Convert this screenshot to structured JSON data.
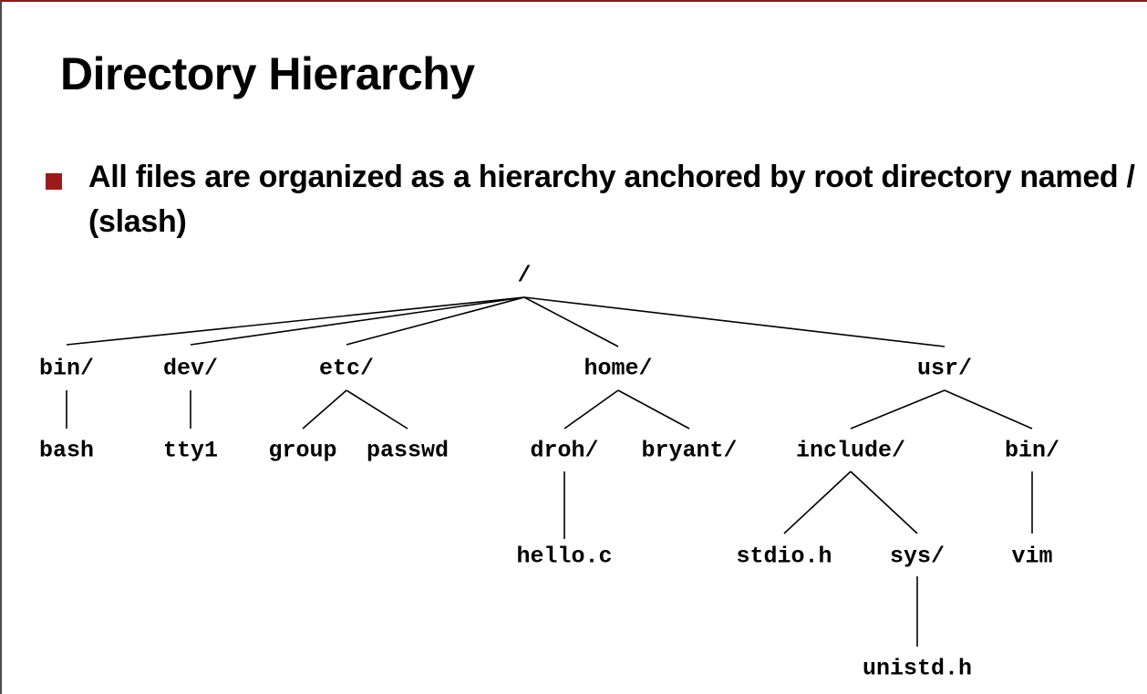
{
  "slide": {
    "title": "Directory Hierarchy",
    "bullet": "All files are organized as a hierarchy anchored by root directory named / (slash)"
  },
  "tree": {
    "nodes": [
      {
        "id": "root",
        "label": "/"
      },
      {
        "id": "bin",
        "label": "bin/"
      },
      {
        "id": "dev",
        "label": "dev/"
      },
      {
        "id": "etc",
        "label": "etc/"
      },
      {
        "id": "home",
        "label": "home/"
      },
      {
        "id": "usr",
        "label": "usr/"
      },
      {
        "id": "bash",
        "label": "bash"
      },
      {
        "id": "tty1",
        "label": "tty1"
      },
      {
        "id": "group",
        "label": "group"
      },
      {
        "id": "passwd",
        "label": "passwd"
      },
      {
        "id": "droh",
        "label": "droh/"
      },
      {
        "id": "bryant",
        "label": "bryant/"
      },
      {
        "id": "include",
        "label": "include/"
      },
      {
        "id": "usrbin",
        "label": "bin/"
      },
      {
        "id": "helloc",
        "label": "hello.c"
      },
      {
        "id": "stdioh",
        "label": "stdio.h"
      },
      {
        "id": "sys",
        "label": "sys/"
      },
      {
        "id": "vim",
        "label": "vim"
      },
      {
        "id": "unistdh",
        "label": "unistd.h"
      }
    ],
    "edges": [
      [
        "root",
        "bin"
      ],
      [
        "root",
        "dev"
      ],
      [
        "root",
        "etc"
      ],
      [
        "root",
        "home"
      ],
      [
        "root",
        "usr"
      ],
      [
        "bin",
        "bash"
      ],
      [
        "dev",
        "tty1"
      ],
      [
        "etc",
        "group"
      ],
      [
        "etc",
        "passwd"
      ],
      [
        "home",
        "droh"
      ],
      [
        "home",
        "bryant"
      ],
      [
        "usr",
        "include"
      ],
      [
        "usr",
        "usrbin"
      ],
      [
        "droh",
        "helloc"
      ],
      [
        "include",
        "stdioh"
      ],
      [
        "include",
        "sys"
      ],
      [
        "usrbin",
        "vim"
      ],
      [
        "sys",
        "unistdh"
      ]
    ]
  }
}
